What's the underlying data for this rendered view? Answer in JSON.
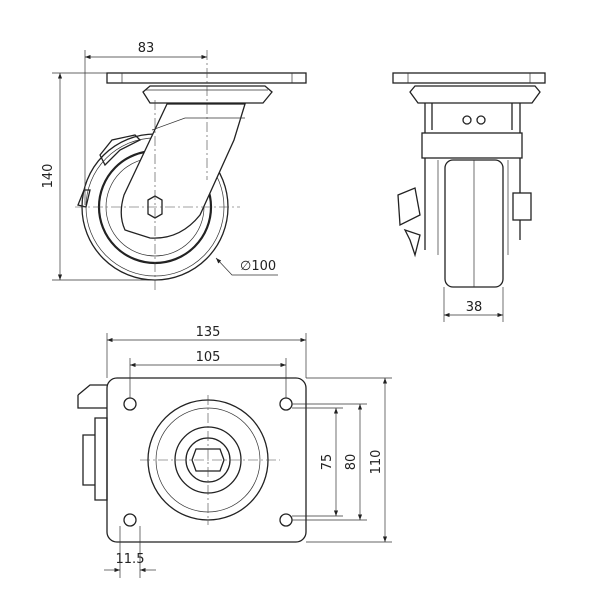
{
  "title": "Swivel caster with brake - dimension drawing",
  "side_view": {
    "top_plate_offset": "83",
    "height": "140",
    "wheel_diameter": "∅100"
  },
  "front_view": {
    "wheel_width": "38"
  },
  "top_view": {
    "plate_length": "135",
    "hole_spacing_length": "105",
    "hole_spacing_width_a": "75",
    "hole_spacing_width_b": "80",
    "plate_width": "110",
    "hole_offset": "11.5"
  }
}
